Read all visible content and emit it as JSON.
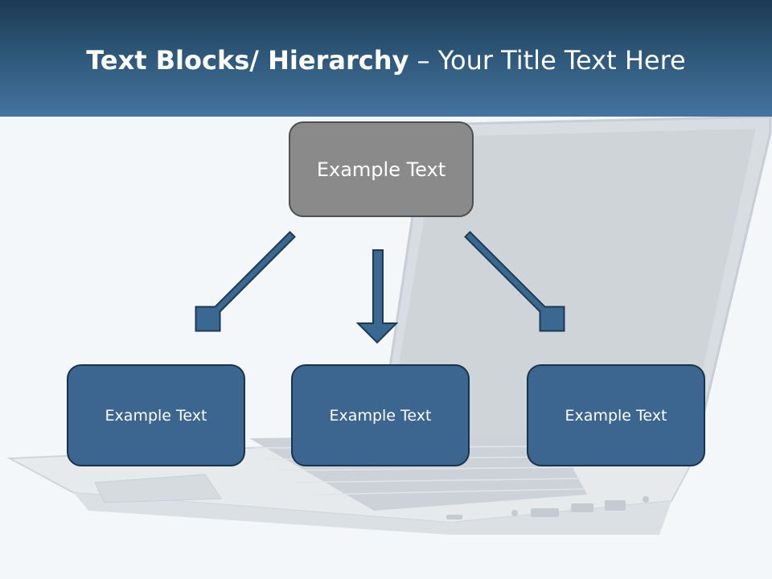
{
  "slide": {
    "title_bold": "Text Blocks/ Hierarchy",
    "title_sep": " – ",
    "title_rest": "Your Title Text Here"
  },
  "diagram": {
    "root": "Example Text",
    "children": [
      "Example Text",
      "Example Text",
      "Example Text"
    ]
  },
  "colors": {
    "header_dark": "#1d3a54",
    "header_light": "#4474a0",
    "root_fill": "#8a8a8a",
    "child_fill": "#3c6690",
    "arrow_fill": "#3a6891"
  },
  "background_image": "laptop-illustration"
}
